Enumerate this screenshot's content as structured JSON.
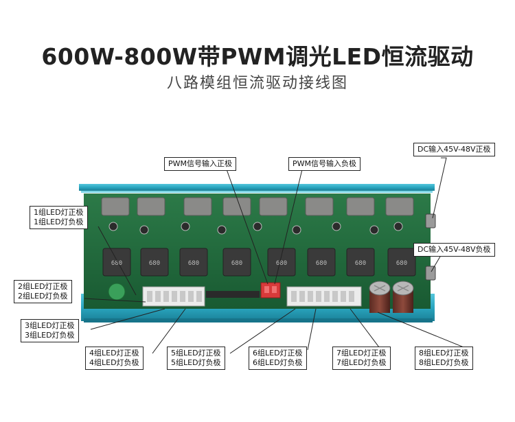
{
  "header": {
    "title": "600W-800W带PWM调光LED恒流驱动",
    "subtitle": "八路模组恒流驱动接线图"
  },
  "labels": {
    "pwm_pos": "PWM信号输入正极",
    "pwm_neg": "PWM信号输入负极",
    "dc_pos": "DC输入45V-48V正极",
    "dc_neg": "DC输入45V-48V负极",
    "group1": [
      "1组LED灯正极",
      "1组LED灯负极"
    ],
    "group2": [
      "2组LED灯正极",
      "2组LED灯负极"
    ],
    "group3": [
      "3组LED灯正极",
      "3组LED灯负极"
    ],
    "group4": [
      "4组LED灯正极",
      "4组LED灯负极"
    ],
    "group5": [
      "5组LED灯正极",
      "5组LED灯负极"
    ],
    "group6": [
      "6组LED灯正极",
      "6组LED灯负极"
    ],
    "group7": [
      "7组LED灯正极",
      "7组LED灯负极"
    ],
    "group8": [
      "8组LED灯正极",
      "8组LED灯负极"
    ]
  },
  "board": {
    "inductor_marking": "680",
    "colors": {
      "pcb": "#1f6b3c",
      "heatsink": "#2aa6c0",
      "connector": "#e8e8e8",
      "pwm_connector": "#d83a3a"
    }
  }
}
